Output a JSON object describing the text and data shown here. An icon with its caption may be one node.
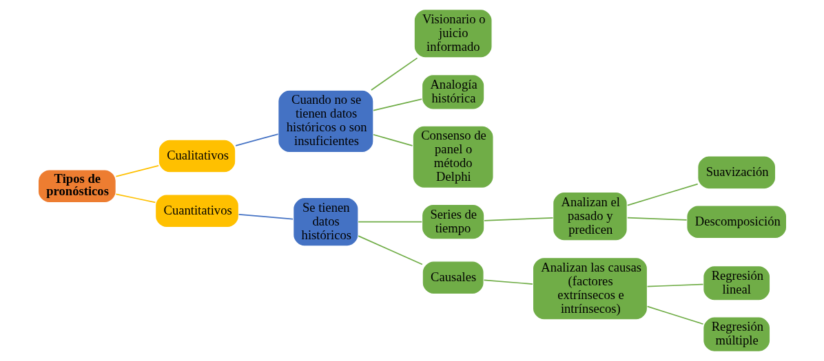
{
  "diagram": {
    "nodes": [
      {
        "text": [
          "Tipos de pronósticos"
        ]
      },
      {
        "text": [
          "Cualitativos"
        ]
      },
      {
        "text": [
          "Cuando no se tienen datos históricos o son insuficientes"
        ]
      },
      {
        "text": [
          "Visionario o juicio informado"
        ]
      },
      {
        "text": [
          "Analogía histórica"
        ]
      },
      {
        "text": [
          "Consenso de panel o método Delphi"
        ]
      },
      {
        "text": [
          "Cuantitativos"
        ]
      },
      {
        "text": [
          "Se tienen datos históricos"
        ]
      },
      {
        "text": [
          "Series de tiempo"
        ]
      },
      {
        "text": [
          "Analizan el pasado y predicen"
        ]
      },
      {
        "text": [
          "Suavización"
        ]
      },
      {
        "text": [
          "Descomposición"
        ]
      },
      {
        "text": [
          "Causales"
        ]
      },
      {
        "text": [
          "Analizan las causas (factores extrínsecos e intrínsecos)"
        ]
      },
      {
        "text": [
          "Regresión lineal"
        ]
      },
      {
        "text": [
          "Regresión múltiple"
        ]
      }
    ],
    "edges": [
      {
        "from": 0,
        "to": 1,
        "arrow": "none",
        "color": "#ffc000"
      },
      {
        "from": 0,
        "to": 6,
        "arrow": "none",
        "color": "#ffc000"
      },
      {
        "from": 1,
        "to": 2,
        "arrow": "none",
        "color": "#4472c4"
      },
      {
        "from": 2,
        "to": 3,
        "arrow": "none"
      },
      {
        "from": 2,
        "to": 4,
        "arrow": "none"
      },
      {
        "from": 2,
        "to": 5,
        "arrow": "none"
      },
      {
        "from": 6,
        "to": 7,
        "arrow": "none",
        "color": "#4472c4"
      },
      {
        "from": 7,
        "to": 8,
        "arrow": "none"
      },
      {
        "from": 7,
        "to": 12,
        "arrow": "none"
      },
      {
        "from": 8,
        "to": 9,
        "arrow": "none"
      },
      {
        "from": 9,
        "to": 10,
        "arrow": "none"
      },
      {
        "from": 9,
        "to": 11,
        "arrow": "none"
      },
      {
        "from": 12,
        "to": 13,
        "arrow": "none"
      },
      {
        "from": 13,
        "to": 14,
        "arrow": "none"
      },
      {
        "from": 13,
        "to": 15,
        "arrow": "none"
      }
    ]
  }
}
